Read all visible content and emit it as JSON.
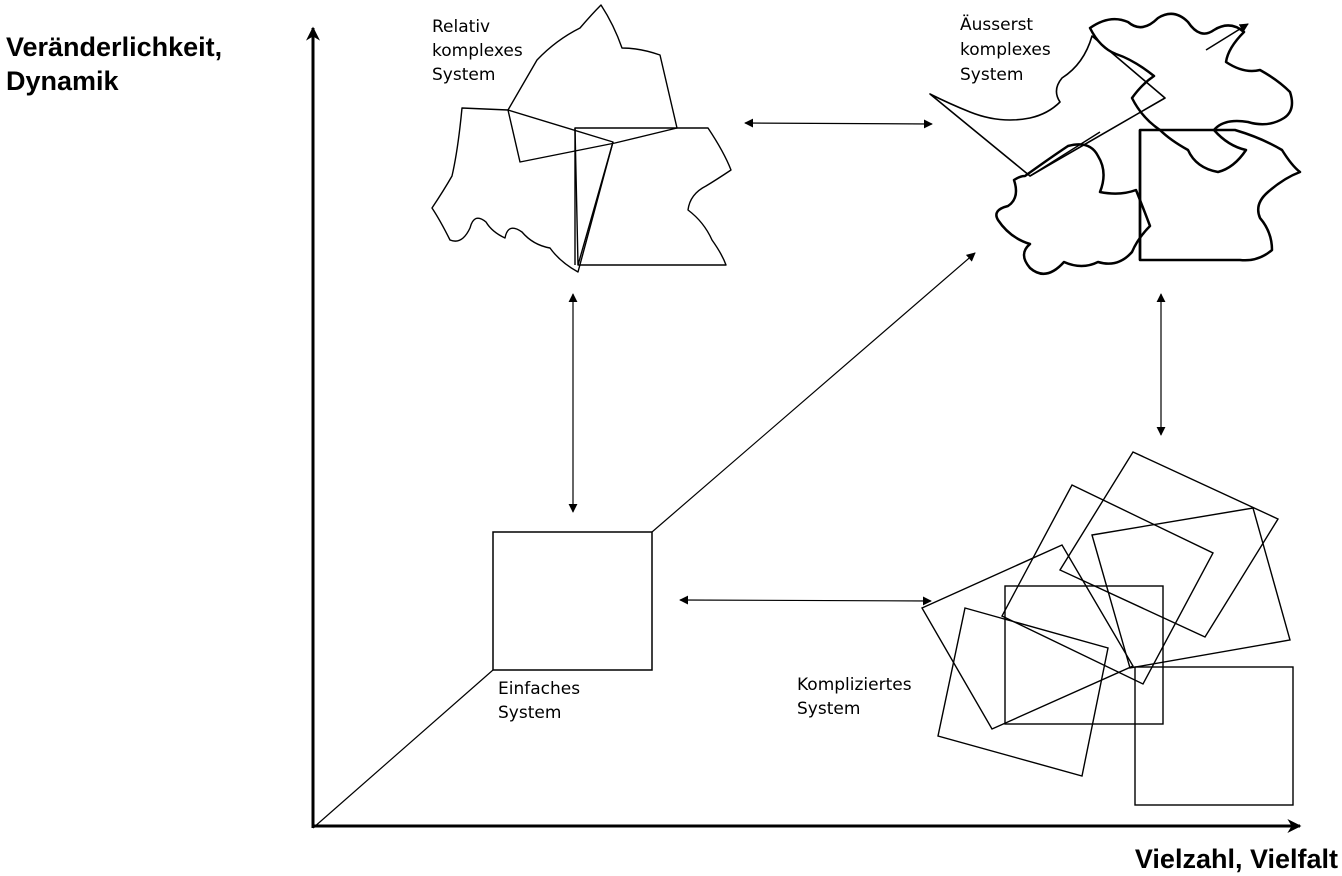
{
  "axes": {
    "y_label_line1": "Veränderlichkeit,",
    "y_label_line2": "Dynamik",
    "x_label": "Vielzahl, Vielfalt"
  },
  "systems": {
    "relativ": [
      "Relativ",
      "komplexes",
      "System"
    ],
    "aeusserst": [
      "Äusserst",
      "komplexes",
      "System"
    ],
    "einfach": [
      "Einfaches",
      "System"
    ],
    "kompliziert": [
      "Kompliziertes",
      "System"
    ]
  },
  "colors": {
    "line": "#000000",
    "background": "#ffffff"
  }
}
